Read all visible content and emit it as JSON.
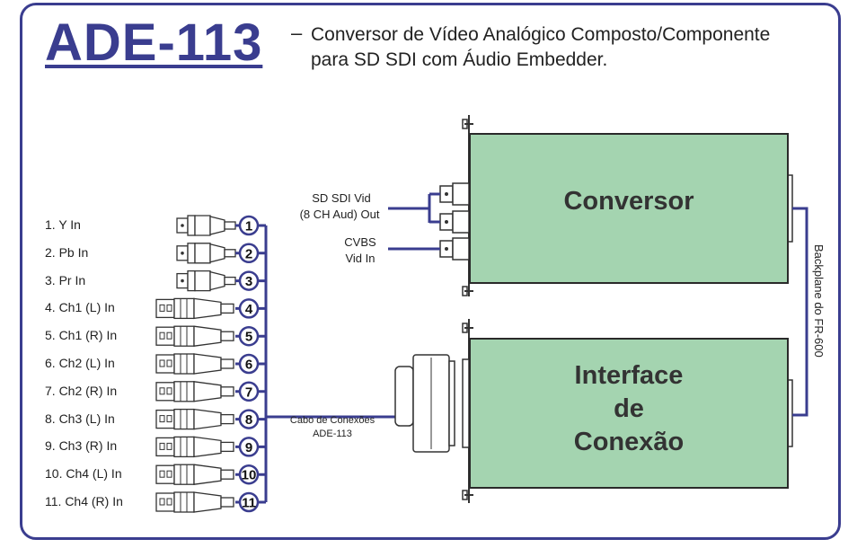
{
  "header": {
    "title": "ADE-113",
    "dash": "–",
    "subtitle_line1": "Conversor de Vídeo Analógico Composto/Componente",
    "subtitle_line2": "para SD SDI com Áudio Embedder."
  },
  "inputs": [
    {
      "num": "1",
      "label": "1.  Y In",
      "type": "bnc"
    },
    {
      "num": "2",
      "label": "2.  Pb In",
      "type": "bnc"
    },
    {
      "num": "3",
      "label": "3.  Pr In",
      "type": "bnc"
    },
    {
      "num": "4",
      "label": "4.  Ch1 (L) In",
      "type": "xlr"
    },
    {
      "num": "5",
      "label": "5.  Ch1 (R) In",
      "type": "xlr"
    },
    {
      "num": "6",
      "label": "6.  Ch2 (L) In",
      "type": "xlr"
    },
    {
      "num": "7",
      "label": "7.  Ch2 (R) In",
      "type": "xlr"
    },
    {
      "num": "8",
      "label": "8.  Ch3 (L) In",
      "type": "xlr"
    },
    {
      "num": "9",
      "label": "9.  Ch3 (R) In",
      "type": "xlr"
    },
    {
      "num": "10",
      "label": "10.  Ch4 (L) In",
      "type": "xlr"
    },
    {
      "num": "11",
      "label": "11.  Ch4 (R) In",
      "type": "xlr"
    }
  ],
  "connectors": {
    "sdi_line1": "SD SDI Vid",
    "sdi_line2": "(8 CH Aud) Out",
    "cvbs_line1": "CVBS",
    "cvbs_line2": "Vid In"
  },
  "cable": {
    "line1": "Cabo de Conexões",
    "line2": "ADE-113"
  },
  "modules": {
    "conversor": "Conversor",
    "interface_line1": "Interface",
    "interface_line2": "de",
    "interface_line3": "Conexão"
  },
  "backplane": "Backplane do FR-600",
  "colors": {
    "frame": "#3a3d8f",
    "module_fill": "#a4d4b0",
    "wire": "#3a3d8f"
  }
}
